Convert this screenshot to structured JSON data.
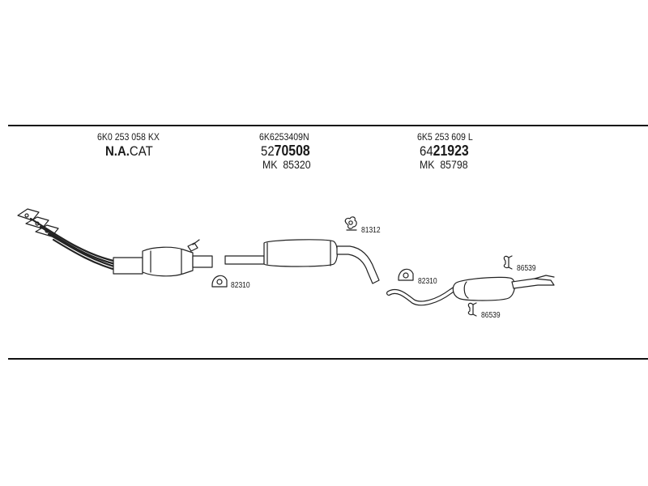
{
  "parts": [
    {
      "part_number": "6K0 253 058 KX",
      "name_bold": "N.A.",
      "name_normal": "CAT"
    },
    {
      "part_number": "6K6253409N",
      "article_prefix": "52",
      "article_bold": "70508",
      "mk_prefix": "MK",
      "mk_number": "85320"
    },
    {
      "part_number": "6K5 253 609 L",
      "article_prefix": "64",
      "article_bold": "21923",
      "mk_prefix": "MK",
      "mk_number": "85798"
    }
  ],
  "callouts": {
    "clamp_front": "82310",
    "hanger_middle": "81312",
    "clamp_rear": "82310",
    "rubber_top": "86539",
    "rubber_bottom": "86539"
  }
}
